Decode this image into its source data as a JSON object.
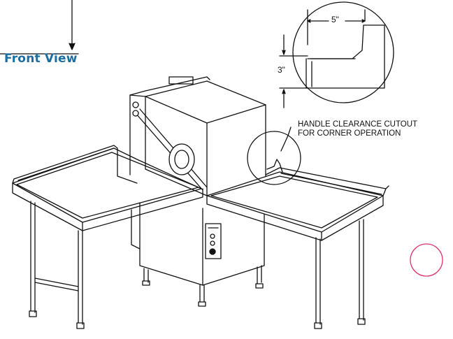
{
  "view_title": "Front View",
  "callout": {
    "line1": "HANDLE CLEARANCE CUTOUT",
    "line2": "FOR CORNER OPERATION"
  },
  "dimensions": {
    "width": "5\"",
    "height": "3\""
  },
  "colors": {
    "title": "#1a6fa0",
    "lines": "#111111",
    "marker": "#e0306e"
  }
}
